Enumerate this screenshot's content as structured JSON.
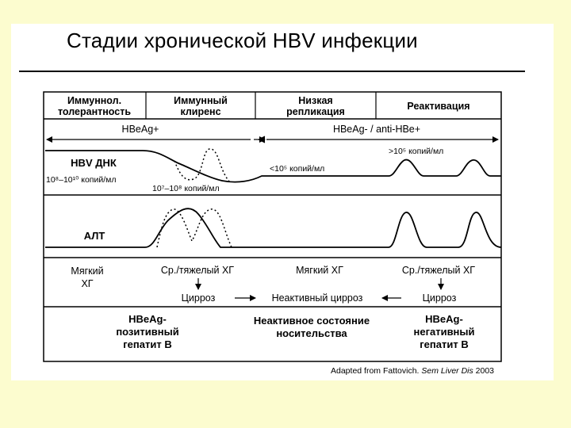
{
  "title": "Стадии хронической HBV инфекции",
  "stages": [
    [
      "Иммуннол.",
      "толерантность"
    ],
    [
      "Иммунный",
      "клиренс"
    ],
    [
      "Низкая",
      "репликация"
    ],
    [
      "Реактивация"
    ]
  ],
  "serology": {
    "left": "HBeAg+",
    "right": "HBeAg- / anti-HBe+"
  },
  "hbv_dna": {
    "label": "HBV ДНК",
    "level_high": "10⁸–10¹⁰ копий/мл",
    "level_mid": "10⁷–10⁸ копий/мл",
    "level_low": "<10⁵ копий/мл",
    "level_reactivation": ">10⁵ копий/мл"
  },
  "alt": {
    "label": "АЛТ"
  },
  "histology": {
    "col1": [
      "Мягкий",
      "ХГ"
    ],
    "col2": "Ср./тяжелый ХГ",
    "col3": "Мягкий ХГ",
    "col4": "Ср./тяжелый ХГ",
    "cirrhosis_left": "Цирроз",
    "inactive_cirrhosis": "Неактивный цирроз",
    "cirrhosis_right": "Цирроз"
  },
  "outcomes": {
    "left": [
      "HBeAg-",
      "позитивный",
      "гепатит В"
    ],
    "middle": [
      "Неактивное состояние",
      "носительства"
    ],
    "right": [
      "HBeAg-",
      "негативный",
      "гепатит В"
    ]
  },
  "credit": {
    "prefix": "Adapted from Fattovich. ",
    "journal": "Sem Liver Dis",
    "year": " 2003"
  }
}
